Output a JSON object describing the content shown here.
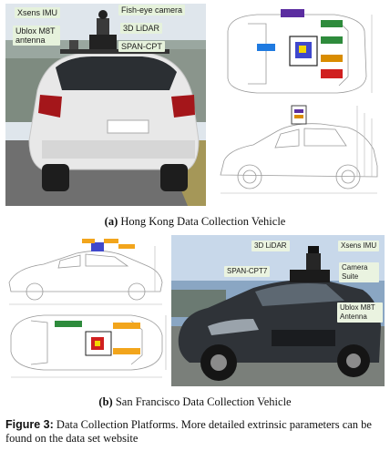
{
  "hk": {
    "labels": {
      "xsens": "Xsens IMU",
      "fisheye": "Fish-eye camera",
      "ublox": "Ublox M8T antenna",
      "lidar": "3D LiDAR",
      "span": "SPAN-CPT"
    },
    "caption_tag": "(a)",
    "caption_text": "Hong Kong Data Collection Vehicle",
    "colors": {
      "label_bg": "#e6f2dc",
      "car_body": "#e8e8e8",
      "sky": "#dfe6ec",
      "road": "#6f6f6f"
    }
  },
  "sf": {
    "labels": {
      "lidar": "3D LiDAR",
      "xsens": "Xsens IMU",
      "span": "SPAN-CPT7",
      "camera": "Camera Suite",
      "ublox": "Ublox M8T Antenna"
    },
    "caption_tag": "(b)",
    "caption_text": "San Francisco Data Collection Vehicle",
    "colors": {
      "car_body": "#2f3338",
      "sea": "#8aa6c3",
      "sky": "#c8d8ea"
    }
  },
  "figure": {
    "label": "Figure 3:",
    "text": "Data Collection Platforms. More detailed extrinsic parameters can be found on the data set website"
  }
}
